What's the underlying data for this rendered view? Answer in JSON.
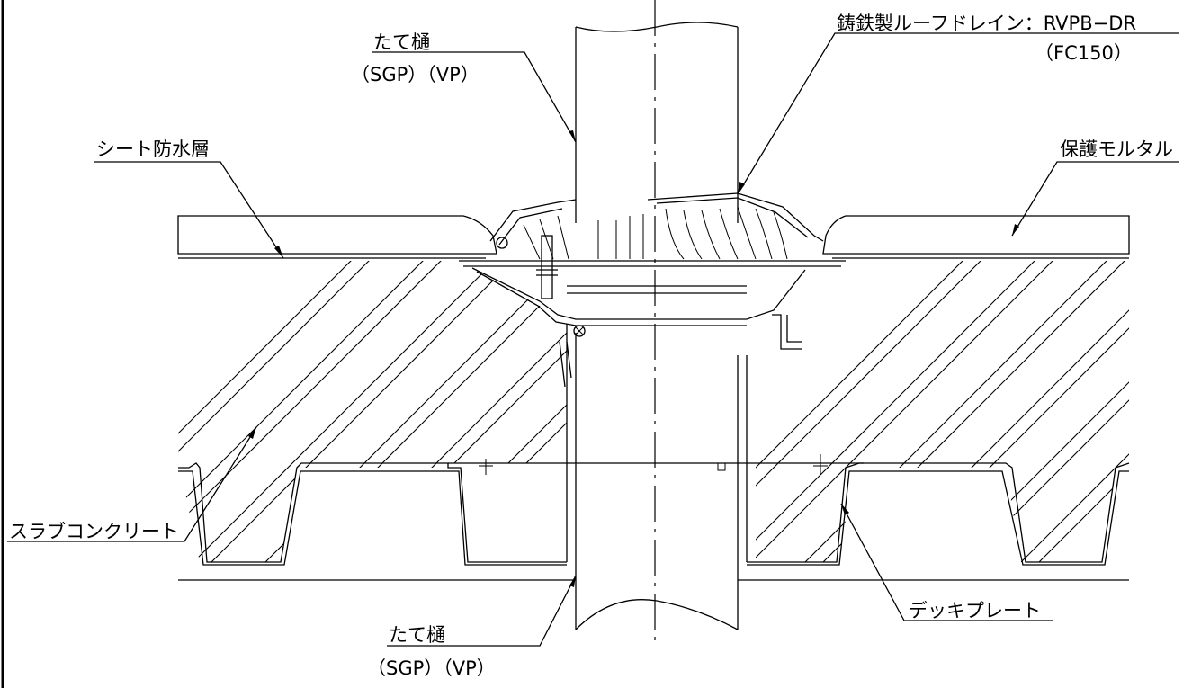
{
  "labels": {
    "pipe_top_line1": "たて樋",
    "pipe_top_line2": "（SGP）（VP）",
    "drain_line1": "鋳鉄製ルーフドレイン：RVPB−DR",
    "drain_line2": "（FC150）",
    "membrane": "シート防水層",
    "mortar": "保護モルタル",
    "slab": "スラブコンクリート",
    "deck": "デッキプレート",
    "pipe_bottom_line1": "たて樋",
    "pipe_bottom_line2": "（SGP）（VP）"
  }
}
